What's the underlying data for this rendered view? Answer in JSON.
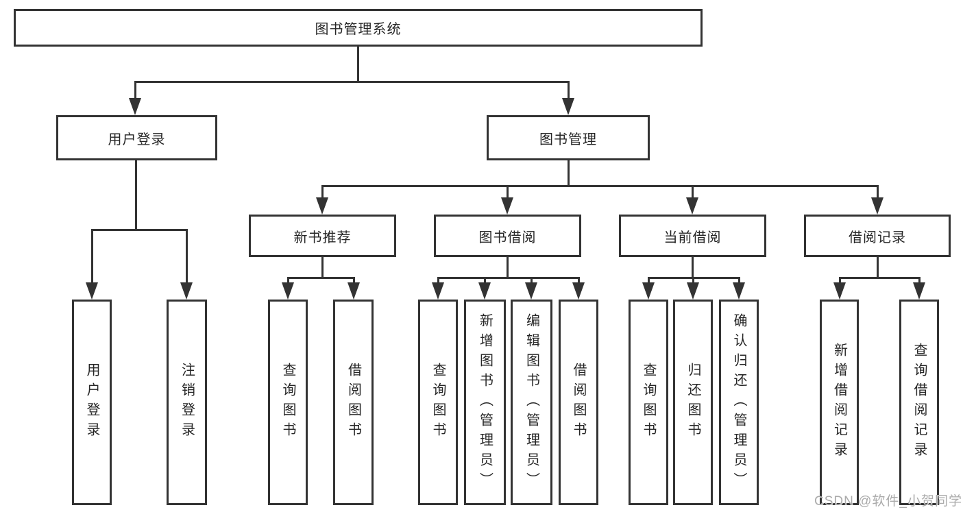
{
  "colors": {
    "line": "#333333",
    "text": "#262626",
    "background": "#ffffff",
    "watermark": "#ababab"
  },
  "watermark": {
    "text": "CSDN @软件_小贺同学"
  },
  "tree": {
    "root": {
      "label": "图书管理系统",
      "children": [
        {
          "label": "用户登录",
          "children": [
            {
              "label": "用户登录"
            },
            {
              "label": "注销登录"
            }
          ]
        },
        {
          "label": "图书管理",
          "children": [
            {
              "label": "新书推荐",
              "children": [
                {
                  "label": "查询图书"
                },
                {
                  "label": "借阅图书"
                }
              ]
            },
            {
              "label": "图书借阅",
              "children": [
                {
                  "label": "查询图书"
                },
                {
                  "label": "新增图书（管理员）"
                },
                {
                  "label": "编辑图书（管理员）"
                },
                {
                  "label": "借阅图书"
                }
              ]
            },
            {
              "label": "当前借阅",
              "children": [
                {
                  "label": "查询图书"
                },
                {
                  "label": "归还图书"
                },
                {
                  "label": "确认归还（管理员）"
                }
              ]
            },
            {
              "label": "借阅记录",
              "children": [
                {
                  "label": "新增借阅记录"
                },
                {
                  "label": "查询借阅记录"
                }
              ]
            }
          ]
        }
      ]
    }
  }
}
